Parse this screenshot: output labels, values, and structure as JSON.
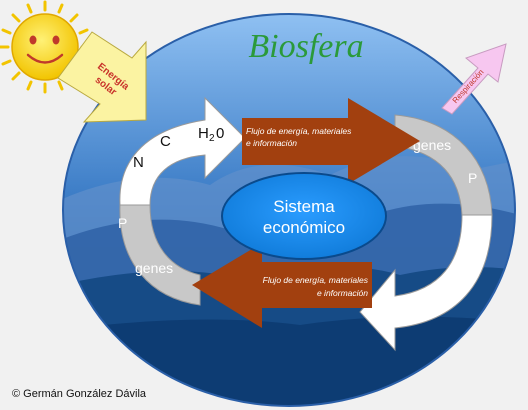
{
  "title": "Biosfera",
  "center_label_line1": "Sistema",
  "center_label_line2": "económico",
  "solar_line1": "Energía",
  "solar_line2": "solar",
  "respiration": "Respiración",
  "flow_top_line1": "Flujo de energía, materiales",
  "flow_top_line2": "e información",
  "flow_bottom_line1": "Flujo de energía, materiales",
  "flow_bottom_line2": "e información",
  "cycle_top": {
    "n": "N",
    "c": "C",
    "h": "H",
    "sub": "2",
    "o": "0"
  },
  "cycle_right": {
    "genes": "genes",
    "p": "P"
  },
  "cycle_left": {
    "genes": "genes",
    "p": "P"
  },
  "copyright": "© Germán González Dávila",
  "colors": {
    "background": "#f1f1f1",
    "ellipse_outline": "#2a5fa8",
    "sky_top": "#6aa0e6",
    "mountain_dark": "#0d3c73",
    "title": "#2b9a3a",
    "center_fill": "#1a8cf0",
    "center_text": "#ffffff",
    "flow_arrow": "#a2400f",
    "cycle_white": "#ffffff",
    "cycle_grey": "#c8c8c8",
    "sun": "#f5d21c",
    "solar_arrow": "#fbf3a2",
    "solar_text": "#c8312a",
    "respiration_arrow": "#f7c7f0",
    "respiration_text": "#c0392b"
  }
}
